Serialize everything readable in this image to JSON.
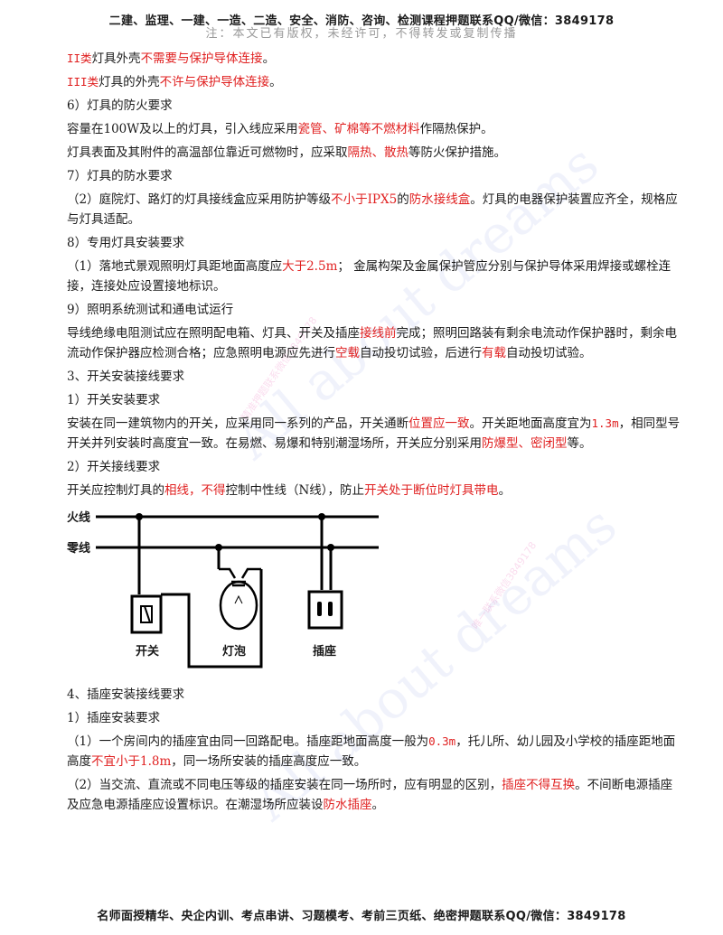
{
  "header": {
    "title": "二建、监理、一建、一造、二造、安全、消防、咨询、检测课程押题联系QQ/微信：3849178",
    "subtitle": "注：本文已有版权，未经许可，不得转发或复制传播"
  },
  "footer": {
    "text": "名师面授精华、央企内训、考点串讲、习题模考、考前三页纸、绝密押题联系QQ/微信：3849178"
  },
  "watermark": {
    "text1": "All about dreams",
    "text2": "All about dreams",
    "small1": "精准押题联系微信3849178",
    "small2": "唯一联系微信3849178"
  },
  "lines": {
    "l1": {
      "a": "II类",
      "b": "灯具外壳",
      "c": "不需要与保护导体连接",
      "d": "。"
    },
    "l2": {
      "a": "III类",
      "b": "灯具的外壳",
      "c": "不许与保护导体连接",
      "d": "。"
    },
    "h6": "6）灯具的防火要求",
    "l3": {
      "a": "容量在100W及以上的灯具，引入线应采用",
      "b": "瓷管、矿棉等不燃材料",
      "c": "作隔热保护。"
    },
    "l4": {
      "a": "灯具表面及其附件的高温部位靠近可燃物时，应采取",
      "b": "隔热、散热",
      "c": "等防火保护措施。"
    },
    "h7": "7）灯具的防水要求",
    "l5": {
      "a": "（2）庭院灯、路灯的灯具接线盒应采用防护等级",
      "b": "不小于IPX5",
      "c": "的",
      "d": "防水接线盒",
      "e": "。灯具的电器保护装置应齐全，规格应与灯具适配。"
    },
    "h8": "8）专用灯具安装要求",
    "l6": {
      "a": "（1）落地式景观照明灯具距地面高度应",
      "b": "大于2.5m",
      "c": "；  金属构架及金属保护管应分别与保护导体采用焊接或螺栓连接，连接处应设置接地标识。"
    },
    "h9": "9）照明系统测试和通电试运行",
    "l7": {
      "a": "导线绝缘电阻测试应在照明配电箱、灯具、开关及插座",
      "b": "接线前",
      "c": "完成；照明回路装有剩余电流动作保护器时，剩余电流动作保护器应检测合格；应急照明电源应先进行",
      "d": "空载",
      "e": "自动投切试验，后进行",
      "f": "有载",
      "g": "自动投切试验。"
    },
    "h3": "3、开关安装接线要求",
    "h31": "1）开关安装要求",
    "l8": {
      "a": "安装在同一建筑物内的开关，应采用同一系列的产品，开关通断",
      "b": "位置应一致",
      "c": "。开关距地面高度宜为",
      "d": "1.3m",
      "e": "，相同型号开关并列安装时高度宜一致。在易燃、易爆和特别潮湿场所，开关应分别采用",
      "f": "防爆型、密闭型",
      "g": "等。"
    },
    "h32": "2）开关接线要求",
    "l9": {
      "a": "开关应控制灯具的",
      "b": "相线，不得",
      "c": "控制中性线（N线），防止",
      "d": "开关处于断位时灯具带电",
      "e": "。"
    },
    "h4": "4、插座安装接线要求",
    "h41": "1）插座安装要求",
    "l10": {
      "a": "（1）一个房间内的插座宜由同一回路配电。插座距地面高度一般为",
      "b": "0.3m",
      "c": "，托儿所、幼儿园及小学校的插座距地面高度",
      "d": "不宜小于1.8m",
      "e": "，同一场所安装的插座高度应一致。"
    },
    "l11": {
      "a": "（2）当交流、直流或不同电压等级的插座安装在同一场所时，应有明显的区别，",
      "b": "插座不得互换",
      "c": "。不间断电源插座及应急电源插座应设置标识。在潮湿场所应装设",
      "d": "防水插座",
      "e": "。"
    }
  },
  "diagram": {
    "live_label": "火线",
    "neutral_label": "零线",
    "switch_label": "开关",
    "bulb_label": "灯泡",
    "socket_label": "插座"
  }
}
